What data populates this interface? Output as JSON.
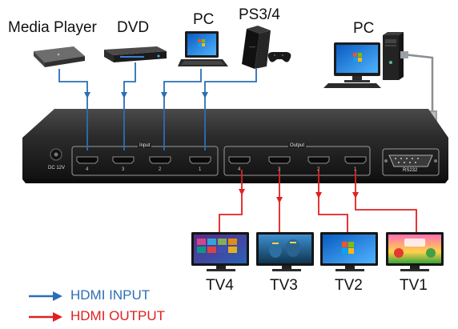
{
  "sources": [
    {
      "id": "media-player",
      "label": "Media Player"
    },
    {
      "id": "dvd",
      "label": "DVD"
    },
    {
      "id": "pc",
      "label": "PC"
    },
    {
      "id": "ps",
      "label": "PS3/4"
    }
  ],
  "control_pc": {
    "label": "PC"
  },
  "device": {
    "power_label": "DC 12V",
    "input_label": "Input",
    "output_label": "Output",
    "serial_label": "RS232",
    "input_ports": [
      "4",
      "3",
      "2",
      "1"
    ],
    "output_ports": [
      "4",
      "3",
      "2",
      "1"
    ]
  },
  "displays": [
    {
      "id": "tv4",
      "label": "TV4"
    },
    {
      "id": "tv3",
      "label": "TV3"
    },
    {
      "id": "tv2",
      "label": "TV2"
    },
    {
      "id": "tv1",
      "label": "TV1"
    }
  ],
  "legend": [
    {
      "id": "input",
      "label": "HDMI INPUT",
      "color": "#2a6fb5"
    },
    {
      "id": "output",
      "label": "HDMI OUTPUT",
      "color": "#e02020"
    }
  ],
  "colors": {
    "input_line": "#2a6fb5",
    "output_line": "#e02020",
    "serial_cable": "#8a8f94"
  }
}
